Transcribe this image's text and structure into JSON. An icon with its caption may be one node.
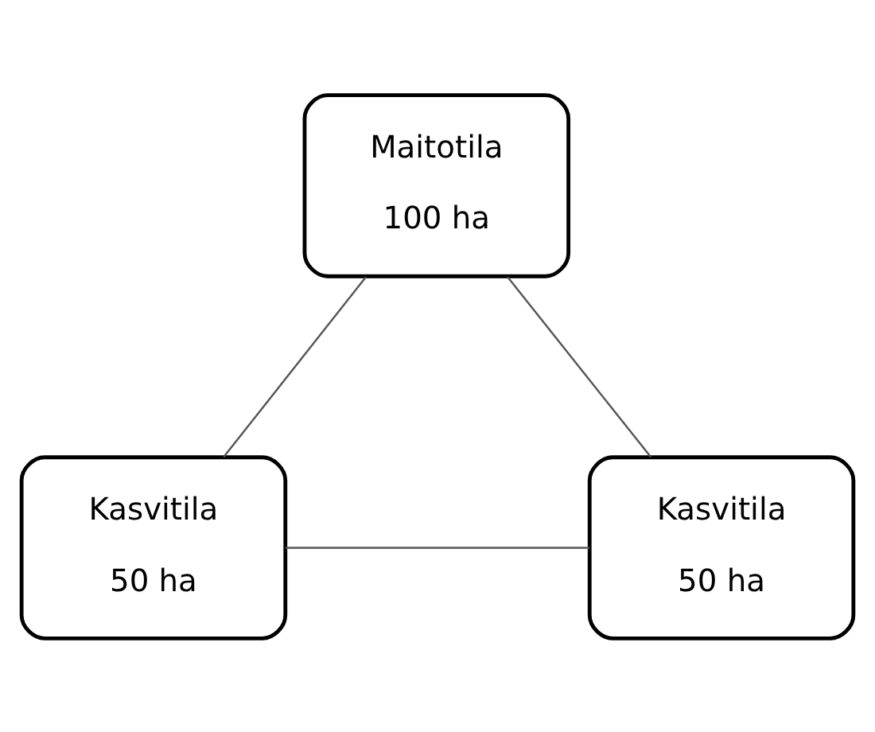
{
  "diagram": {
    "nodes": [
      {
        "text": [
          "Maitotila",
          "100 ha"
        ]
      },
      {
        "text": [
          "Kasvitila",
          "50 ha"
        ]
      },
      {
        "text": [
          "Kasvitila",
          "50 ha"
        ]
      }
    ],
    "edges": [
      {
        "from": 0,
        "to": 1,
        "arrow": "none"
      },
      {
        "from": 0,
        "to": 2,
        "arrow": "none"
      },
      {
        "from": 1,
        "to": 2,
        "arrow": "none"
      }
    ]
  }
}
